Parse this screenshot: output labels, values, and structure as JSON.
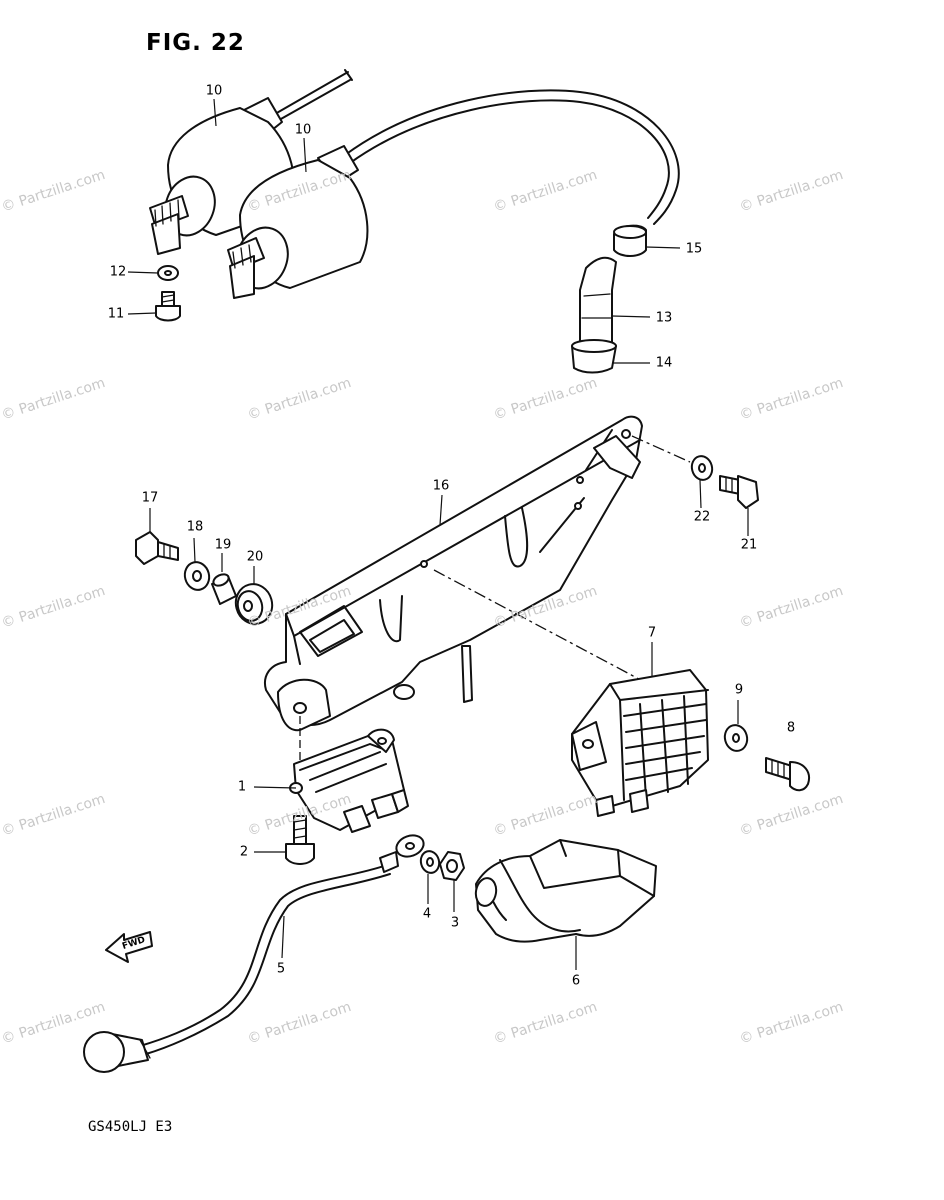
{
  "figure_title": "FIG. 22",
  "model_code": "GS450LJ E3",
  "watermark": "© Partzilla.com",
  "direction_label": "FWD",
  "callouts": {
    "c1": "1",
    "c2": "2",
    "c3": "3",
    "c4": "4",
    "c5": "5",
    "c6": "6",
    "c7": "7",
    "c8": "8",
    "c9": "9",
    "c10a": "10",
    "c10b": "10",
    "c11": "11",
    "c12": "12",
    "c13": "13",
    "c14": "14",
    "c15": "15",
    "c16": "16",
    "c17": "17",
    "c18": "18",
    "c19": "19",
    "c20": "20",
    "c21": "21",
    "c22": "22"
  }
}
